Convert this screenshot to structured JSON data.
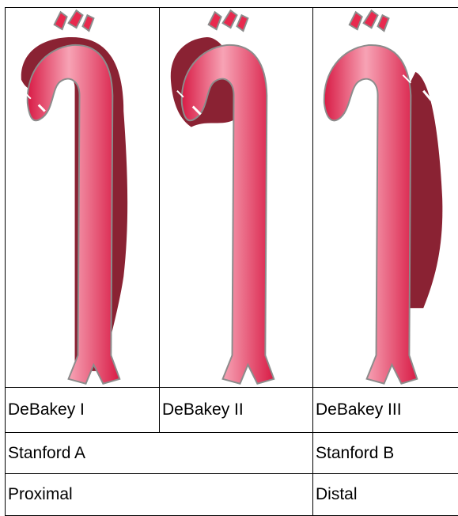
{
  "columns": [
    {
      "id": "debakey-1",
      "label": "DeBakey I"
    },
    {
      "id": "debakey-2",
      "label": "DeBakey II"
    },
    {
      "id": "debakey-3",
      "label": "DeBakey III"
    }
  ],
  "stanford": {
    "a_label": "Stanford A",
    "b_label": "Stanford B"
  },
  "location": {
    "proximal_label": "Proximal",
    "distal_label": "Distal"
  },
  "colors": {
    "lumen": "#e8294e",
    "lumen_highlight": "#f7a3b5",
    "false_lumen": "#8a2233",
    "outline": "#8c8c8c",
    "arrow": "#ffffff",
    "border": "#000000"
  }
}
